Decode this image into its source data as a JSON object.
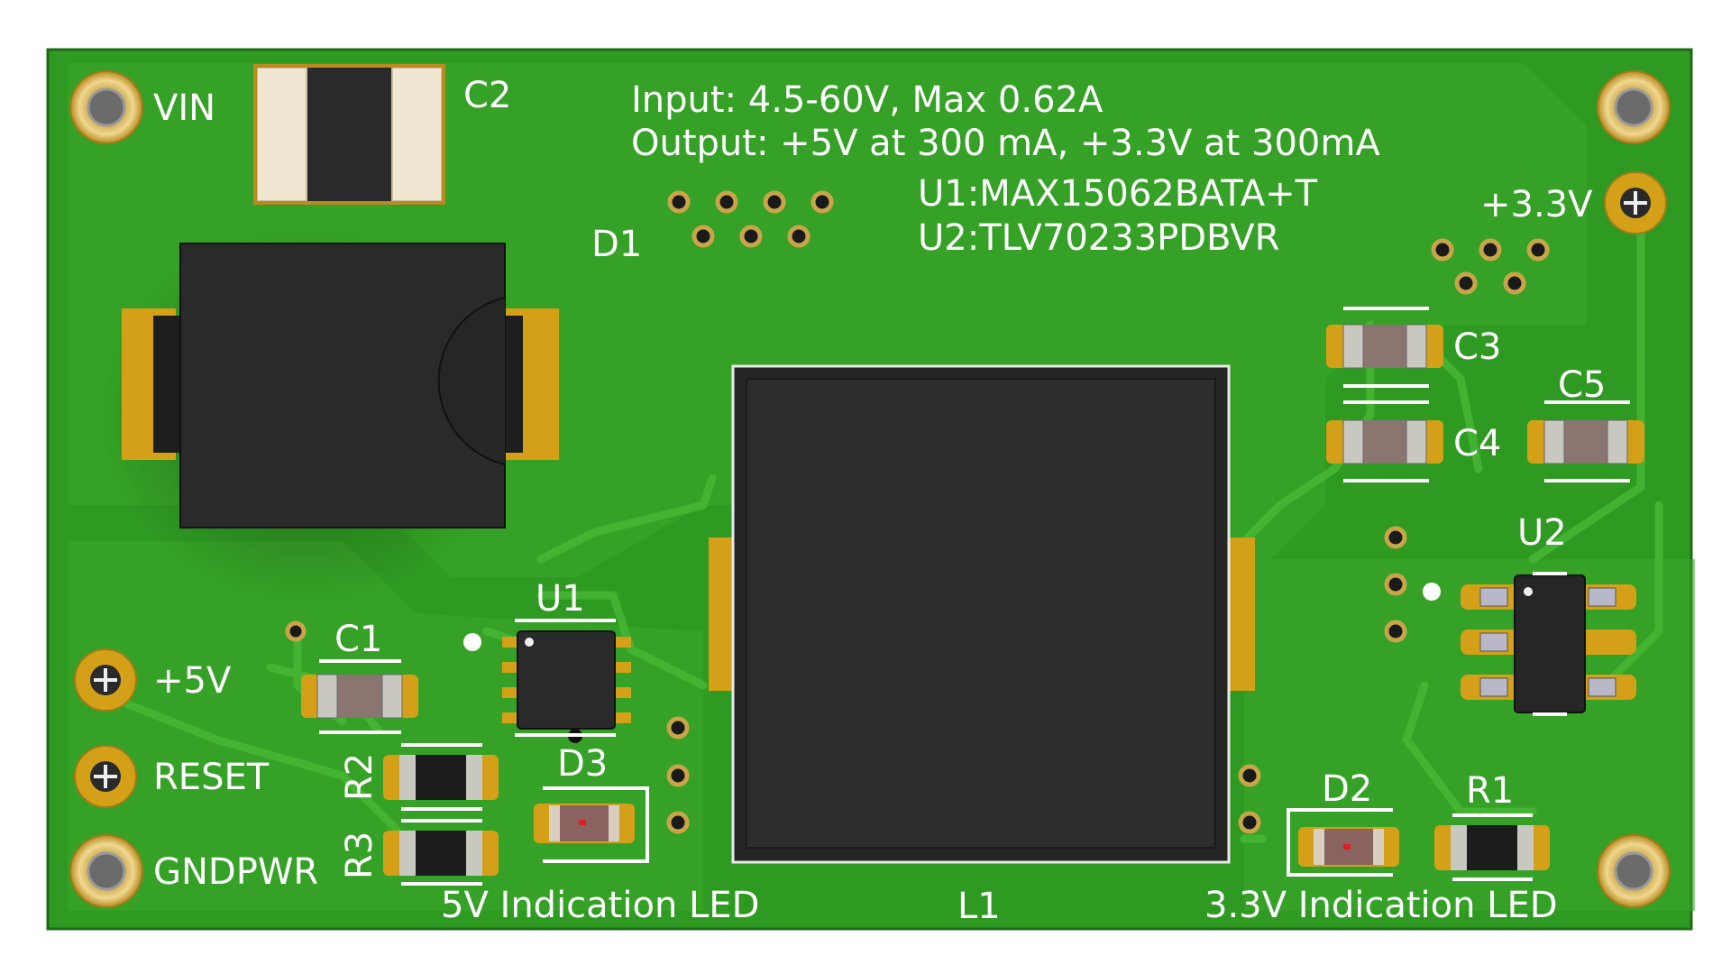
{
  "board": {
    "silkscreen_notes": {
      "input": "Input: 4.5-60V, Max 0.62A",
      "output": "Output: +5V at 300 mA, +3.3V at 300mA",
      "u1_part": "U1:MAX15062BATA+T",
      "u2_part": "U2:TLV70233PDBVR"
    },
    "pin_labels": {
      "vin": "VIN",
      "plus5v": "+5V",
      "reset": "RESET",
      "gndpwr": "GNDPWR",
      "plus3v3": "+3.3V"
    },
    "refdes": {
      "c1": "C1",
      "c2": "C2",
      "c3": "C3",
      "c4": "C4",
      "c5": "C5",
      "d1": "D1",
      "d2": "D2",
      "d3": "D3",
      "r1": "R1",
      "r2": "R2",
      "r3": "R3",
      "u1": "U1",
      "u2": "U2",
      "l1": "L1"
    },
    "led_labels": {
      "led5v": "5V Indication LED",
      "led3v3": "3.3V Indication LED"
    },
    "colors": {
      "pcb": "#2f9a22",
      "pcb_edge": "#1e6b15",
      "pad": "#d4a017",
      "silkscreen": "#ffffff",
      "component_body": "#2a2a2a"
    }
  }
}
